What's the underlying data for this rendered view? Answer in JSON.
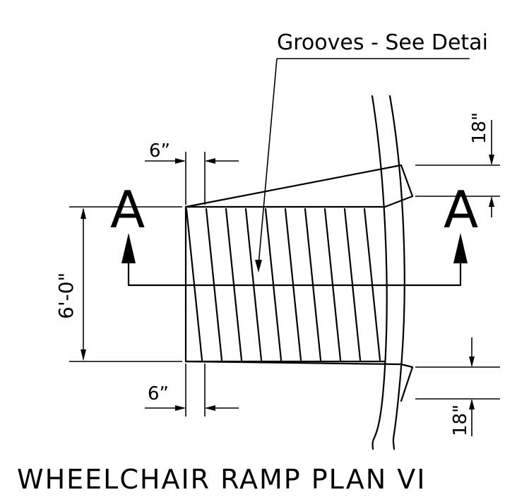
{
  "callout": {
    "text": "Grooves - See Detai"
  },
  "section_marks": {
    "left": "A",
    "right": "A"
  },
  "dimensions": {
    "top_offset": "6”",
    "bottom_offset": "6”",
    "ramp_width": "6'-0\"",
    "top_flare": "18\"",
    "bottom_flare": "18\""
  },
  "title": "WHEELCHAIR RAMP PLAN VI",
  "groove_count": 10
}
